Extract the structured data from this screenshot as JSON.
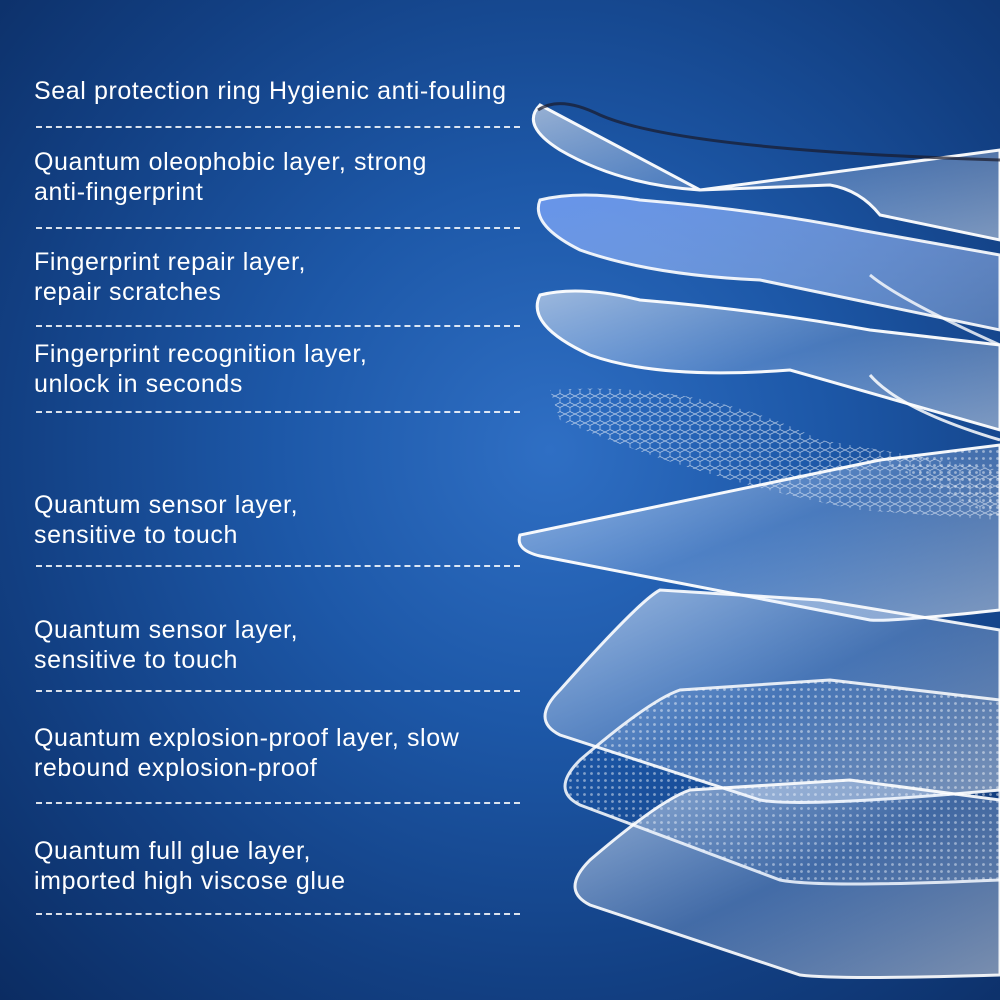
{
  "layers": [
    {
      "lines": [
        "Seal protection ring Hygienic anti-fouling"
      ]
    },
    {
      "lines": [
        "Quantum oleophobic layer, strong",
        "anti-fingerprint"
      ]
    },
    {
      "lines": [
        "Fingerprint repair layer,",
        "repair scratches"
      ]
    },
    {
      "lines": [
        "Fingerprint recognition layer,",
        "unlock in seconds"
      ]
    },
    {
      "lines": [
        "Quantum sensor layer,",
        "sensitive to touch"
      ]
    },
    {
      "lines": [
        "Quantum sensor layer,",
        "sensitive to touch"
      ]
    },
    {
      "lines": [
        "Quantum explosion-proof layer, slow",
        "rebound explosion-proof"
      ]
    },
    {
      "lines": [
        "Quantum full glue layer,",
        "imported high viscose glue"
      ]
    }
  ],
  "colors": {
    "background": "#1d58a8",
    "text": "#ffffff",
    "divider": "#ffffff"
  }
}
